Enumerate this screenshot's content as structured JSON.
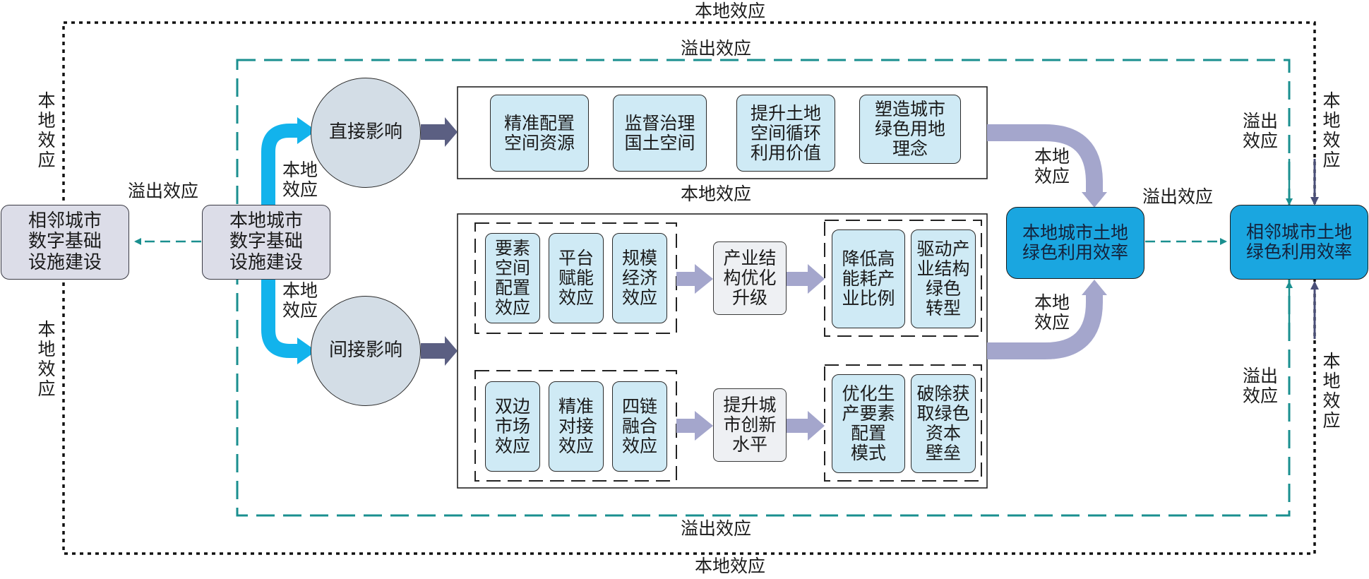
{
  "outer_frame": {
    "top_label": "本地效应",
    "bottom_label": "本地效应",
    "left_top_label": "本\n地\n效\n应",
    "left_bottom_label": "本\n地\n效\n应",
    "right_top_label": "本\n地\n效\n应",
    "right_bottom_label": "本\n地\n效\n应"
  },
  "inner_frame": {
    "top_label": "溢出效应",
    "bottom_label": "溢出效应",
    "right_top_label": "溢出\n效应",
    "right_bottom_label": "溢出\n效应"
  },
  "neighbor_infra": "相邻城市\n数字基础\n设施建设",
  "local_infra": "本地城市\n数字基础\n设施建设",
  "spill_left_label": "溢出效应",
  "direct": {
    "circle": "直接影响",
    "effect_label": "本地\n效应",
    "items": [
      "精准配置\n空间资源",
      "监督治理\n国土空间",
      "提升土地\n空间循环\n利用价值",
      "塑造城市\n绿色用地\n理念"
    ],
    "below_label": "本地效应",
    "to_efficiency_label": "本地\n效应"
  },
  "indirect": {
    "circle": "间接影响",
    "effect_label": "本地\n效应",
    "to_efficiency_label": "本地\n效应",
    "row1": {
      "mechanisms": [
        "要素\n空间\n配置\n效应",
        "平台\n赋能\n效应",
        "规模\n经济\n效应"
      ],
      "middle": "产业结\n构优化\n升级",
      "results": [
        "降低高\n能耗产\n业比例",
        "驱动产\n业结构\n绿色\n转型"
      ]
    },
    "row2": {
      "mechanisms": [
        "双边\n市场\n效应",
        "精准\n对接\n效应",
        "四链\n融合\n效应"
      ],
      "middle": "提升城\n市创新\n水平",
      "results": [
        "优化生\n产要素\n配置\n模式",
        "破除获\n取绿色\n资本\n壁垒"
      ]
    }
  },
  "local_efficiency": "本地城市土地\n绿色利用效率",
  "neighbor_efficiency": "相邻城市土地\n绿色利用效率",
  "spill_right_label": "溢出效应",
  "colors": {
    "teal": "#1a8f8f",
    "bright_blue": "#12b3ec",
    "lavender": "#a4a6cc",
    "dark_slate": "#5b5f82",
    "cyan_fill": "#cfeaf5",
    "blue_fill": "#1aa6e0"
  }
}
